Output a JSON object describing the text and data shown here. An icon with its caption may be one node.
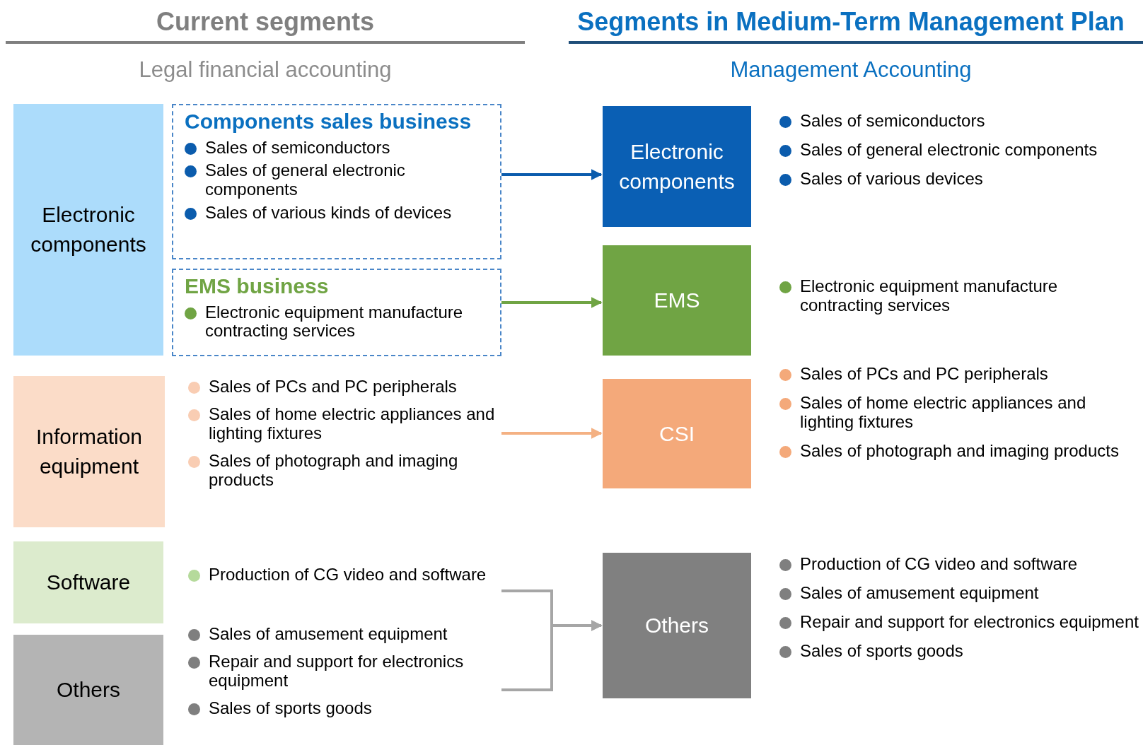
{
  "diagram": {
    "nodes": [
      {
        "text": [
          "Electronic components"
        ]
      },
      {
        "text": [
          "Components sales business",
          "Sales of semiconductors",
          "Sales of general electronic components",
          "Sales of various kinds of devices"
        ]
      },
      {
        "text": [
          "EMS business",
          "Electronic equipment manufacture contracting services"
        ]
      },
      {
        "text": [
          "Information equipment"
        ]
      },
      {
        "text": [
          "Sales of PCs and PC peripherals",
          "Sales of home electric appliances and lighting fixtures",
          "Sales of photograph and imaging products"
        ]
      },
      {
        "text": [
          "Software"
        ]
      },
      {
        "text": [
          "Others"
        ]
      },
      {
        "text": [
          "Production of CG video and software"
        ]
      },
      {
        "text": [
          "Sales of amusement equipment",
          "Repair and support for electronics equipment",
          "Sales of sports goods"
        ]
      },
      {
        "text": [
          "Electronic components"
        ],
        "beside": [
          "Sales of semiconductors",
          "Sales of general electronic components",
          "Sales of various devices"
        ]
      },
      {
        "text": [
          "EMS"
        ],
        "beside": [
          "Electronic equipment manufacture contracting services"
        ]
      },
      {
        "text": [
          "CSI"
        ],
        "beside": [
          "Sales of PCs and PC peripherals",
          "Sales of home electric appliances and lighting fixtures",
          "Sales of photograph and imaging products"
        ]
      },
      {
        "text": [
          "Others"
        ],
        "beside": [
          "Production of CG video and software",
          "Sales of amusement equipment",
          "Repair and support for electronics equipment",
          "Sales of sports goods"
        ]
      }
    ],
    "edges": [
      {
        "from": 1,
        "to": 9,
        "arrow": "to",
        "color": "#0b5cad"
      },
      {
        "from": 2,
        "to": 10,
        "arrow": "to",
        "color": "#70a444"
      },
      {
        "from": 4,
        "to": 11,
        "arrow": "to",
        "color": "#f4b183"
      },
      {
        "from": 7,
        "to": 12,
        "arrow": "to",
        "color": "#a6a6a6"
      },
      {
        "from": 8,
        "to": 12,
        "arrow": "to",
        "color": "#a6a6a6"
      }
    ],
    "labels": [
      "Current segments",
      "Segments in Medium-Term Management Plan",
      "Legal financial accounting",
      "Management Accounting"
    ]
  }
}
